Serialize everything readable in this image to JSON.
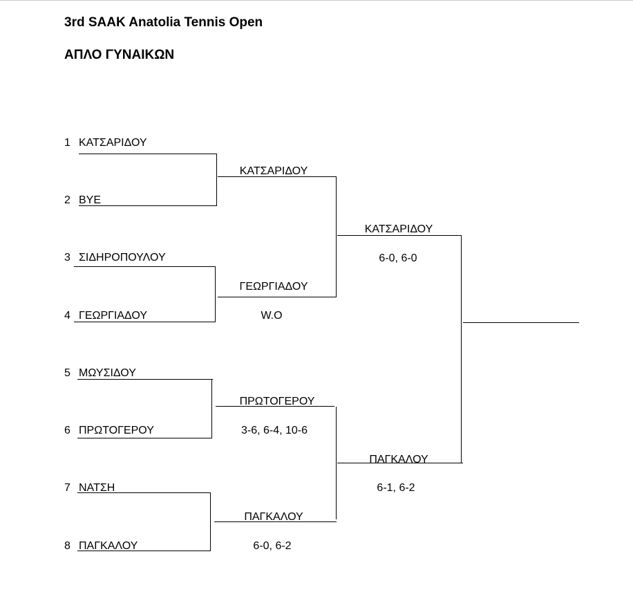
{
  "tournament": {
    "title": "3rd SAAK Anatolia Tennis Open",
    "event": "ΑΠΛΟ ΓΥΝΑΙΚΩΝ"
  },
  "round1": [
    {
      "seed": "1",
      "name": "ΚΑΤΣΑΡΙΔΟΥ"
    },
    {
      "seed": "2",
      "name": "BYE"
    },
    {
      "seed": "3",
      "name": "ΣΙΔΗΡΟΠΟΥΛΟΥ"
    },
    {
      "seed": "4",
      "name": " ΓΕΩΡΓΙΑΔΟΥ"
    },
    {
      "seed": "5",
      "name": "ΜΩΥΣΙΔΟΥ"
    },
    {
      "seed": "6",
      "name": "ΠΡΩΤΟΓΕΡΟΥ"
    },
    {
      "seed": "7",
      "name": "ΝΑΤΣΗ"
    },
    {
      "seed": "8",
      "name": "ΠΑΓΚΑΛΟΥ"
    }
  ],
  "quarterfinals": [
    {
      "winner": "ΚΑΤΣΑΡΙΔΟΥ",
      "score": ""
    },
    {
      "winner": "ΓΕΩΡΓΙΑΔΟΥ",
      "score": "W.O"
    },
    {
      "winner": "ΠΡΩΤΟΓΕΡΟΥ",
      "score": "3-6, 6-4, 10-6"
    },
    {
      "winner": "ΠΑΓΚΑΛΟΥ",
      "score": "6-0, 6-2"
    }
  ],
  "semifinals": [
    {
      "winner": "ΚΑΤΣΑΡΙΔΟΥ",
      "score": "6-0, 6-0"
    },
    {
      "winner": "ΠΑΓΚΑΛΟΥ",
      "score": "6-1, 6-2"
    }
  ],
  "final": {
    "winner": "",
    "score": ""
  }
}
